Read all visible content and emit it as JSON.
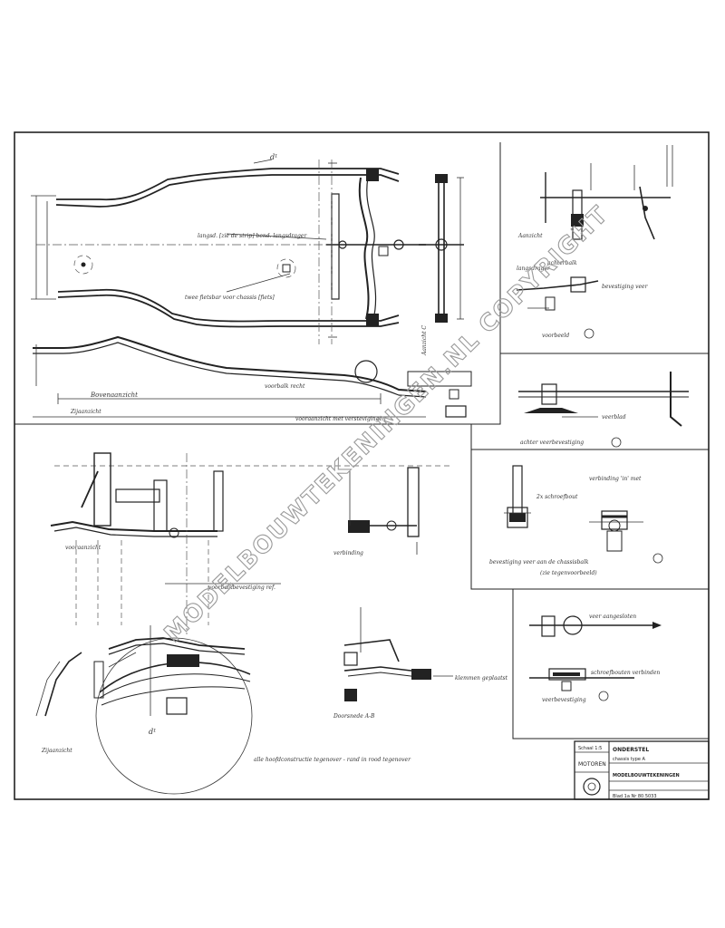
{
  "drawing": {
    "labels": {
      "bovenaanzicht": "Bovenaanzicht",
      "zijaanzicht": "Zijaanzicht",
      "aanzicht_c": "Aanzicht C",
      "detail_aanzicht": "Aanzicht",
      "doorsnede_ab": "Doorsnede A-B",
      "bottom_note": "alle hoofdconstructie tegenover - rand in rood tegenover",
      "mid_note": "vooraanzicht met verstevigingen"
    },
    "copyright_watermark": "MODELBOUWTEKENINGEN.NL COPYRIGHT",
    "title_block": {
      "left_top": "Schaal 1:5",
      "left_name": "MOTOREN",
      "right_title": "ONDERSTEL",
      "right_sub": "chassis type A",
      "company": "MODELBOUWTEKENINGEN",
      "number": "Blad 1a  Nr 80.5033"
    }
  }
}
